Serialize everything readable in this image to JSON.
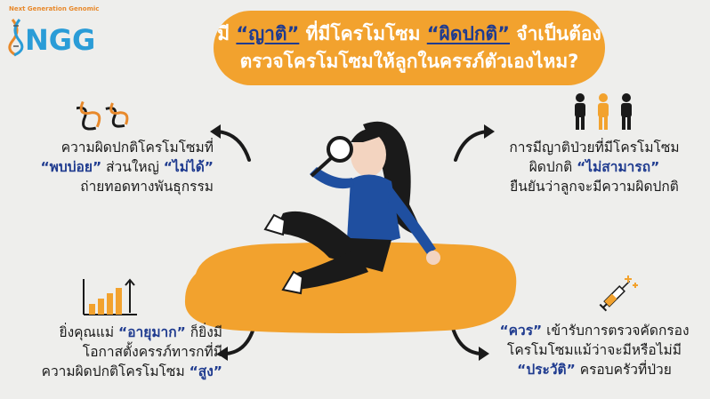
{
  "logo": {
    "tagline": "Next Generation Genomic",
    "name": "NGG"
  },
  "title": {
    "line1_prefix": "มี ",
    "line1_hl1": "“ญาติ”",
    "line1_mid": " ที่มีโครโมโซม ",
    "line1_hl2": "“ผิดปกติ”",
    "line1_suffix": " จำเป็นต้อง",
    "line2": "ตรวจโครโมโซมให้ลูกในครรภ์ตัวเองไหม?"
  },
  "top_left": {
    "line1": "ความผิดปกติโครโมโซมที่",
    "line2_em1": "“พบบ่อย”",
    "line2_mid": " ส่วนใหญ่ ",
    "line2_em2": "“ไม่ได้”",
    "line3": "ถ่ายทอดทางพันธุกรรม"
  },
  "top_right": {
    "line1": "การมีญาติป่วยที่มีโครโมโซม",
    "line2_prefix": "ผิดปกติ ",
    "line2_em": "“ไม่สามารถ”",
    "line3": "ยืนยันว่าลูกจะมีความผิดปกติ"
  },
  "bottom_left": {
    "line1_prefix": "ยิ่งคุณแม่ ",
    "line1_em": "“อายุมาก”",
    "line1_suffix": " ก็ยิ่งมี",
    "line2": "โอกาสตั้งครรภ์ทารกที่มี",
    "line3_prefix": "ความผิดปกติโครโมโซม ",
    "line3_em": "“สูง”"
  },
  "bottom_right": {
    "line1_em": "“ควร”",
    "line1_suffix": " เข้ารับการตรวจคัดกรอง",
    "line2": "โครโมโซมแม้ว่าจะมีหรือไม่มี",
    "line3_em": "“ประวัติ”",
    "line3_suffix": " ครอบครัวที่ป่วย"
  },
  "colors": {
    "orange": "#f2a22e",
    "navy": "#1f3b8f",
    "background": "#eeeeec"
  },
  "icons": [
    "dna-icon",
    "family-icon",
    "bar-chart-growth-icon",
    "syringe-icon",
    "magnifier-icon"
  ]
}
